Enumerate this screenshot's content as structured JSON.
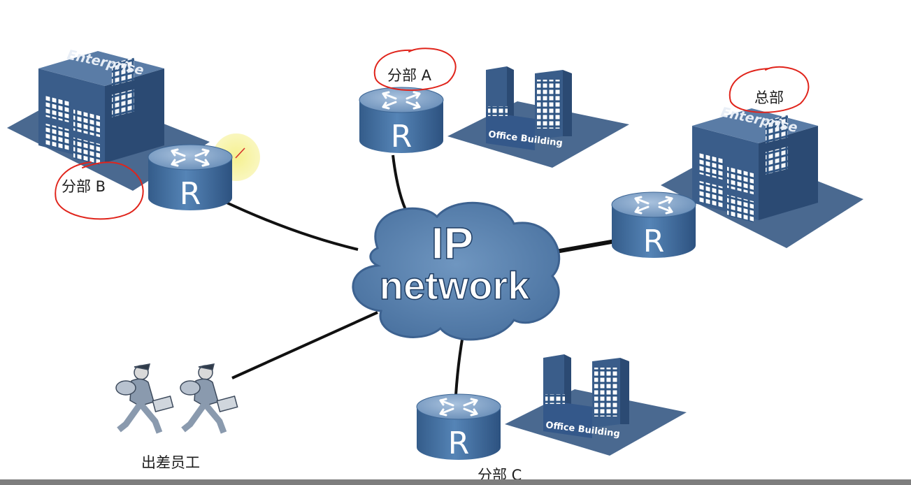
{
  "cloud": {
    "line1": "IP",
    "line2": "network"
  },
  "router_glyph": "R",
  "buildings": {
    "enterprise_text": "Enterprise",
    "office_text": "Office Building"
  },
  "labels": {
    "branch_a": "分部 A",
    "branch_b": "分部 B",
    "branch_c": "分部 C",
    "hq": "总部",
    "travel_staff": "出差员工"
  },
  "colors": {
    "slab": "#4a6990",
    "building_front": "#3a5d8a",
    "building_side": "#2b4a73",
    "router_side": "#3d6a9a",
    "router_top": "#7fa0c4",
    "cloud_fill": "#5b82ad",
    "link": "#111111",
    "annotation": "#e0241b",
    "cursor_highlight": "#f1ed7f"
  }
}
